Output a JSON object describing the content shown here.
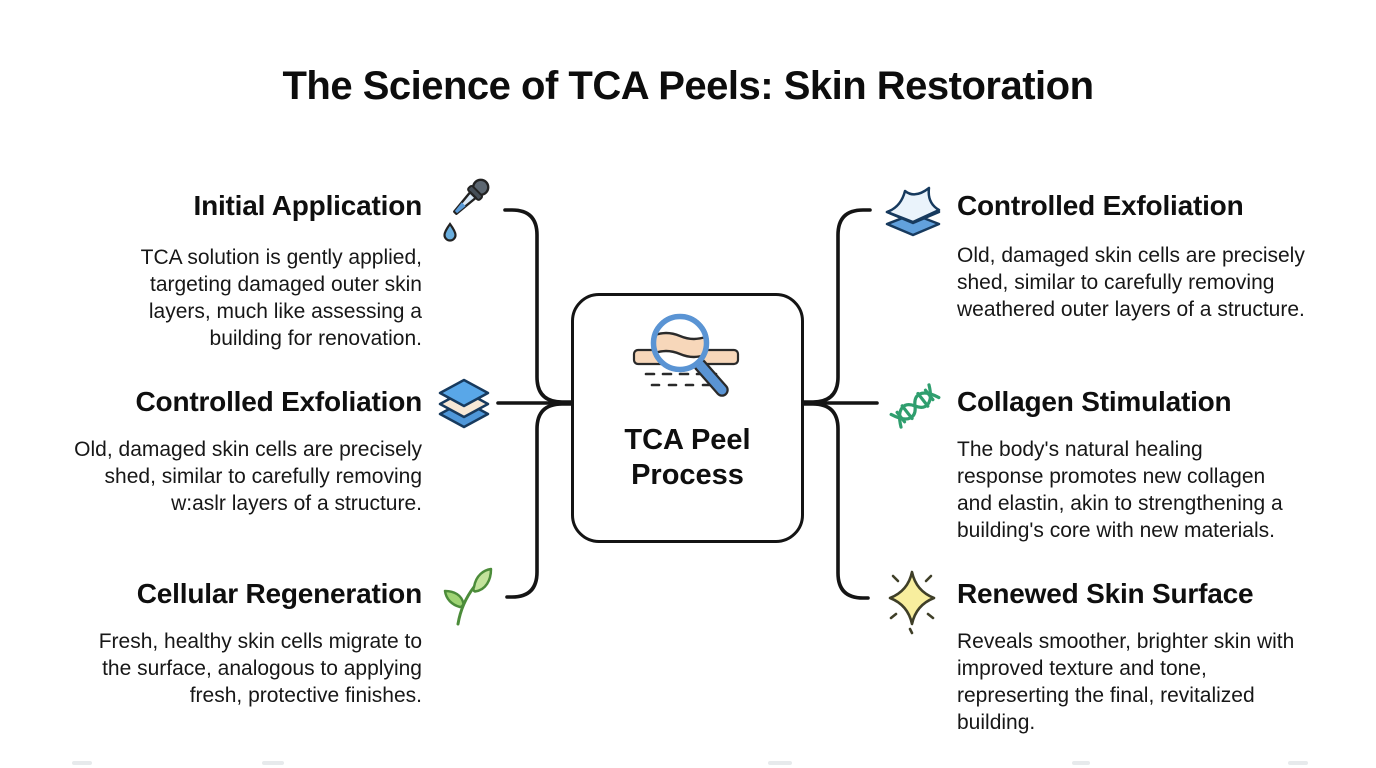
{
  "page": {
    "title": "The Science of TCA Peels: Skin Restoration",
    "background": "#ffffff",
    "line_color": "#141414"
  },
  "center": {
    "label": "TCA Peel Process",
    "icon": "magnifier-skin-icon",
    "accent_blue": "#4a86c8",
    "accent_skin": "#f7d7ba"
  },
  "left_sections": [
    {
      "title": "Initial Application",
      "icon": "dropper-icon",
      "icon_colors": [
        "#5c6670",
        "#d9e9f8",
        "#5a9bd8"
      ],
      "body": "TCA solution is gently applied, targeting damaged outer skin layers, much like assessing a building for renovation."
    },
    {
      "title": "Controlled Exfoliation",
      "icon": "stacked-layers-icon",
      "icon_colors": [
        "#59a7e8",
        "#f7e8d6",
        "#4f97d9"
      ],
      "body": "Old, damaged skin cells are precisely shed, similar to carefully removing w:aslr layers of a structure."
    },
    {
      "title": "Cellular Regeneration",
      "icon": "leaf-icon",
      "icon_colors": [
        "#c3e39c",
        "#9fd474",
        "#4c8c3a"
      ],
      "body": "Fresh, healthy skin cells migrate to the surface, analogous to applying fresh, protective finishes."
    }
  ],
  "right_sections": [
    {
      "title": "Controlled Exfoliation",
      "icon": "peeling-sheets-icon",
      "icon_colors": [
        "#eaf3fb",
        "#f7d9c0",
        "#62a1dd"
      ],
      "body": "Old, damaged skin cells are precisely shed, similar to carefully removing weathered outer layers of a structure."
    },
    {
      "title": "Collagen Stimulation",
      "icon": "dna-icon",
      "icon_colors": [
        "#2f9e6e"
      ],
      "body": "The body's natural healing response promotes new collagen and elastin, akin to strengthening a building's core with new materials."
    },
    {
      "title": "Renewed Skin Surface",
      "icon": "sparkle-icon",
      "icon_colors": [
        "#f8ee9e",
        "#3f3f28"
      ],
      "body": "Reveals smoother, brighter skin with improved texture and tone, represerting the final, revitalized building."
    }
  ]
}
